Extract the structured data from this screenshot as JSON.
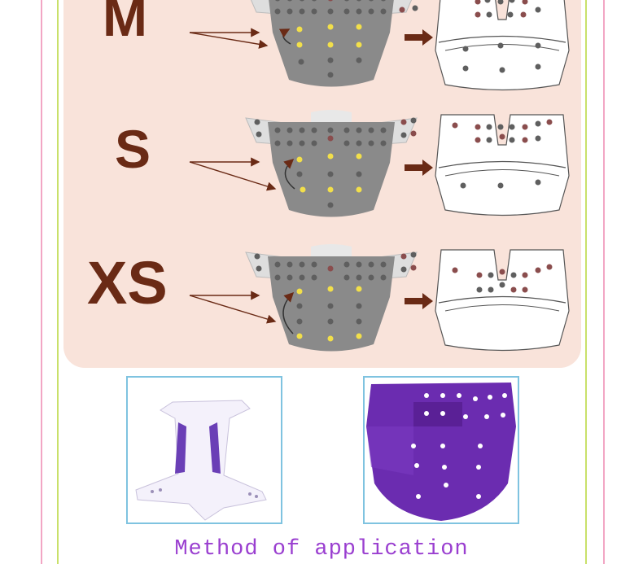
{
  "sizes": [
    {
      "label": "M"
    },
    {
      "label": "S"
    },
    {
      "label": "XS"
    }
  ],
  "caption": "Method of application",
  "colors": {
    "background": "#ffffff",
    "panel": "#f9e3da",
    "size_label": "#6a2a15",
    "arrow": "#6a2a15",
    "snap_yellow": "#f2df4a",
    "snap_dark": "#5f5f5f",
    "snap_red": "#8a4d4d",
    "diaper_gray": "#8a8a8a",
    "frame_pink": "#f2a6c4",
    "frame_green": "#c9e06a",
    "photo_border": "#7fc3e0",
    "caption": "#9a3fd0",
    "purple_diaper": "#6b2cb0"
  },
  "icons": {
    "fit_arrow": "right-arrow-icon",
    "pointer_lines": "pointer-lines-icon",
    "fold_arrow": "curved-arrow-icon"
  }
}
